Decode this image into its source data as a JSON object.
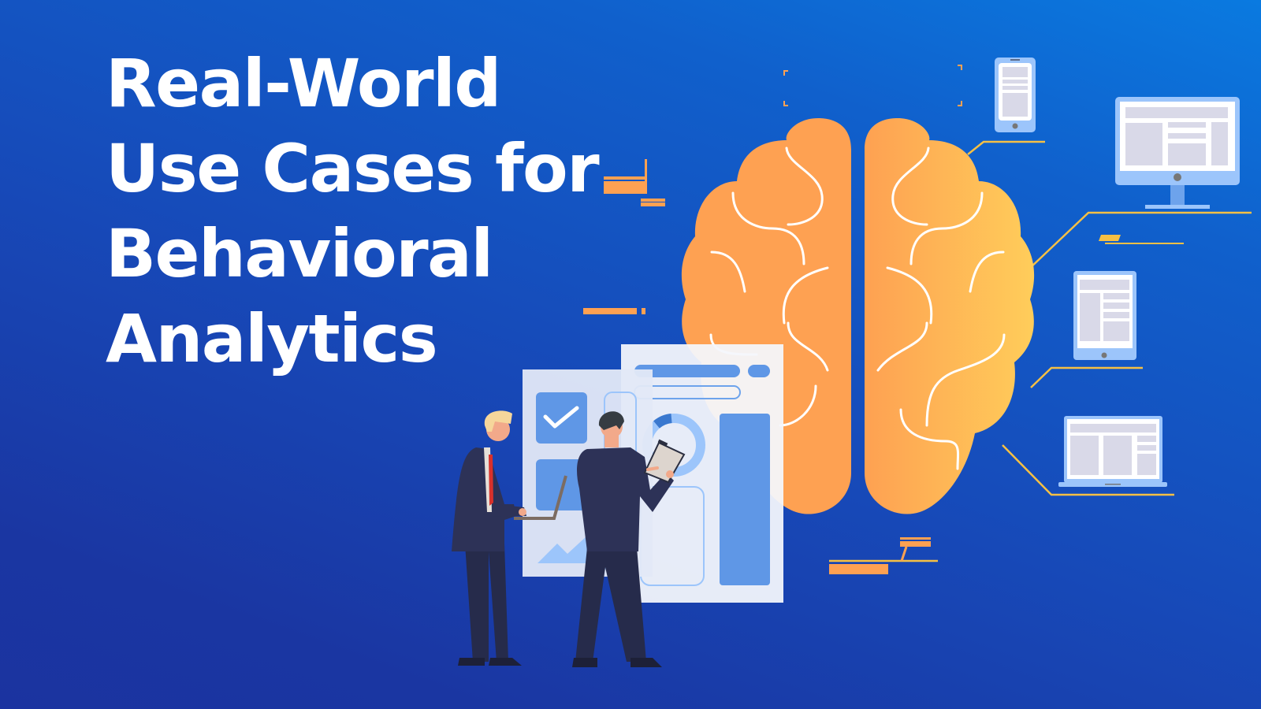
{
  "hero": {
    "title_lines": [
      "Real-World",
      "Use Cases for",
      "Behavioral",
      "Analytics"
    ]
  },
  "illustration": {
    "subject": "brain-connected-devices",
    "devices": [
      "smartphone-icon",
      "desktop-monitor-icon",
      "tablet-icon",
      "laptop-icon"
    ],
    "people": [
      "businessman-with-laptop",
      "businessman-with-clipboard"
    ],
    "dashboard_elements": [
      "checkbox-tile",
      "donut-chart",
      "area-chart",
      "bar-panel",
      "progress-bars"
    ]
  },
  "colors": {
    "background_top_right": "#0a7ae0",
    "background_bottom_left": "#1b33a0",
    "title_text": "#ffffff",
    "brain_left": "#fea152",
    "brain_right": "#ffcd5a",
    "accent_orange": "#fea152",
    "connector_yellow": "#f5c045",
    "device_frame": "#9cc5fb",
    "device_screen": "#ffffff",
    "device_content": "#d9d9e8",
    "dashboard_panel": "#e8eef9",
    "dashboard_accent": "#5f97e6",
    "suit": "#2d3257",
    "tie": "#d9312b"
  }
}
